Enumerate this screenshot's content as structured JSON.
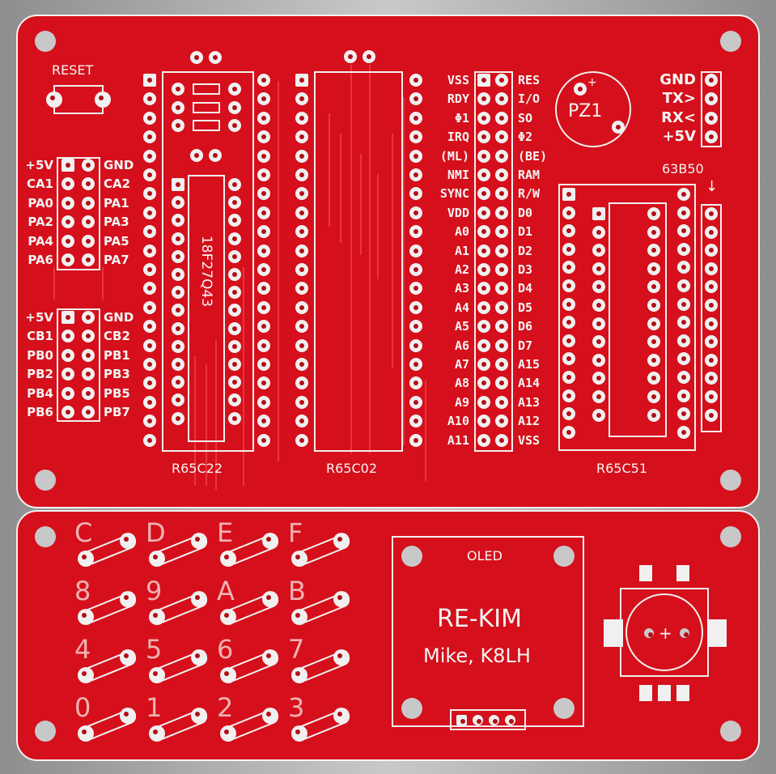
{
  "board": {
    "reset_label": "RESET",
    "via_a_header": {
      "left": [
        "+5V",
        "CA1",
        "PA0",
        "PA2",
        "PA4",
        "PA6"
      ],
      "right": [
        "GND",
        "CA2",
        "PA1",
        "PA3",
        "PA5",
        "PA7"
      ]
    },
    "via_b_header": {
      "left": [
        "+5V",
        "CB1",
        "PB0",
        "PB2",
        "PB4",
        "PB6"
      ],
      "right": [
        "GND",
        "CB2",
        "PB1",
        "PB3",
        "PB5",
        "PB7"
      ]
    },
    "chip_label": "18F27Q43",
    "via_label": "R65C22",
    "cpu_label": "R65C02",
    "acia_label": "R65C51",
    "cpu_pins_left": [
      "VSS",
      "RDY",
      "Φ1",
      "IRQ",
      "(ML)",
      "NMI",
      "SYNC",
      "VDD",
      "A0",
      "A1",
      "A2",
      "A3",
      "A4",
      "A5",
      "A6",
      "A7",
      "A8",
      "A9",
      "A10",
      "A11"
    ],
    "cpu_pins_right": [
      "RES",
      "I/O",
      "SO",
      "Φ2",
      "(BE)",
      "RAM",
      "R/W",
      "D0",
      "D1",
      "D2",
      "D3",
      "D4",
      "D5",
      "D6",
      "D7",
      "A15",
      "A14",
      "A13",
      "A12",
      "VSS"
    ],
    "buzzer_label": "PZ1",
    "buzzer_plus": "+",
    "serial_pins": [
      "GND",
      "TX>",
      "RX<",
      "+5V"
    ],
    "osc_label": "63B50",
    "osc_arrow": "↓",
    "keys": [
      "C",
      "D",
      "E",
      "F",
      "8",
      "9",
      "A",
      "B",
      "4",
      "5",
      "6",
      "7",
      "0",
      "1",
      "2",
      "3"
    ],
    "oled_label": "OLED",
    "project_title": "RE-KIM",
    "author": "Mike, K8LH",
    "encoder_plus": "+"
  },
  "colors": {
    "board_red": "#d50f1b",
    "silkscreen": "#f4f4f4",
    "trace": "#e8353e"
  }
}
